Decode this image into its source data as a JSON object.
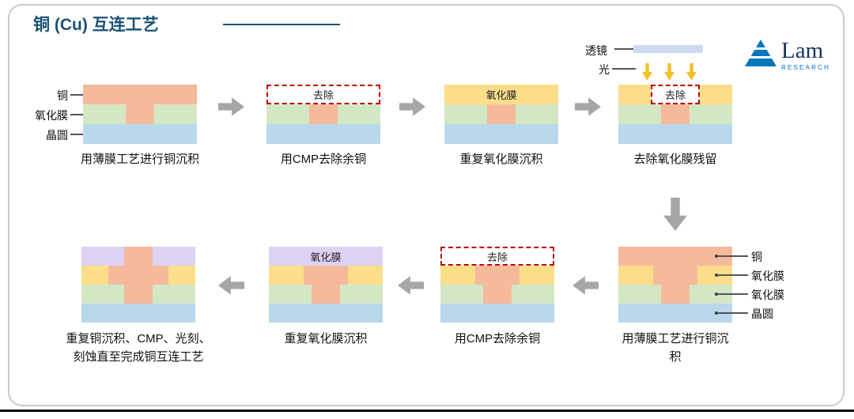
{
  "title": "铜 (Cu) 互连工艺",
  "logo": {
    "brand": "Lam",
    "sub": "RESEARCH"
  },
  "exposure": {
    "lens_label": "透镜",
    "light_label": "光"
  },
  "labels": {
    "step1": [
      "铜",
      "氧化膜",
      "晶圆"
    ],
    "step5": [
      "铜",
      "氧化膜",
      "氧化膜",
      "晶圆"
    ]
  },
  "steps": [
    {
      "caption": "用薄膜工艺进行铜沉积"
    },
    {
      "caption": "用CMP去除余铜",
      "overlay": "去除"
    },
    {
      "caption": "重复氧化膜沉积",
      "overlay": "氧化膜"
    },
    {
      "caption": "去除氧化膜残留",
      "overlay": "去除"
    },
    {
      "caption": "用薄膜工艺进行铜沉\n积"
    },
    {
      "caption": "用CMP去除余铜",
      "overlay": "去除"
    },
    {
      "caption": "重复氧化膜沉积",
      "overlay": "氧化膜"
    },
    {
      "caption": "重复铜沉积、CMP、光刻、\n刻蚀直至完成铜互连工艺"
    }
  ],
  "colors": {
    "copper": "#F4BA9B",
    "oxide_green": "#D4E7C5",
    "wafer_blue": "#B9D8EB",
    "oxide_yellow": "#FCDE8A",
    "oxide_purple": "#DCD2F4",
    "arrow_gray": "#A6A6A6",
    "dashed_red": "#C00000",
    "title_blue": "#1A5276",
    "logo_blue": "#0072BC",
    "lens_bar": "#CCD9EE",
    "light_yellow": "#F2C029"
  }
}
